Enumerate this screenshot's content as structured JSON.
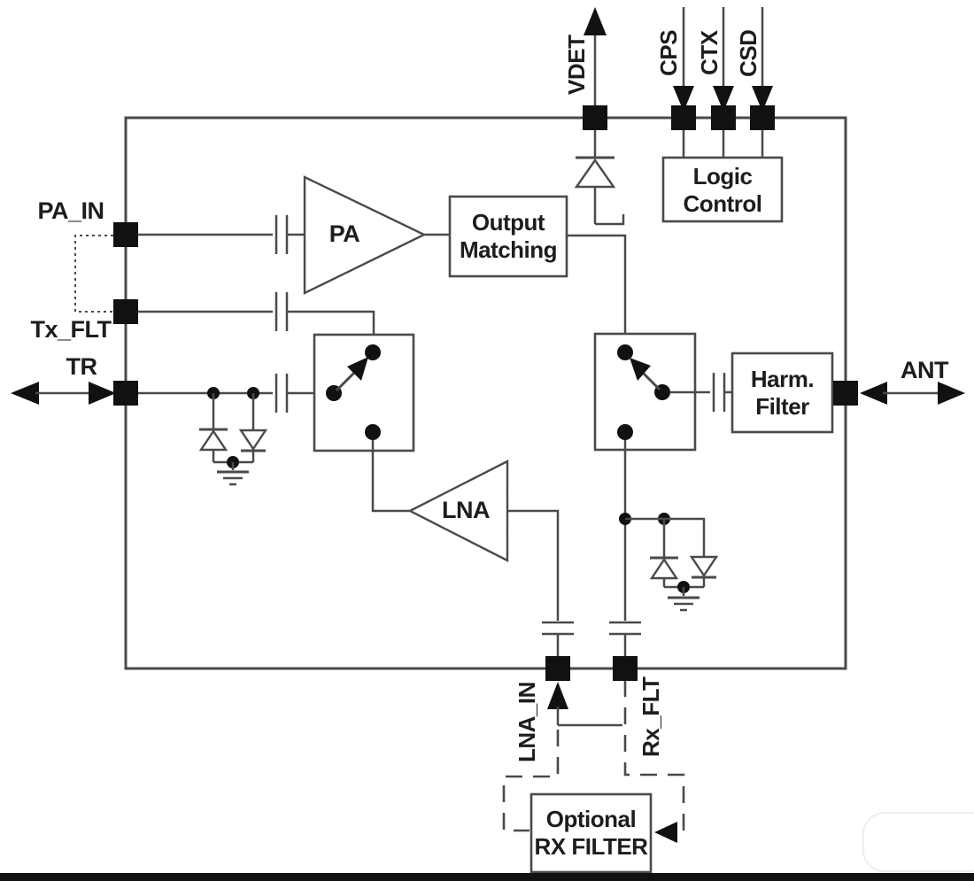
{
  "colors": {
    "line": "#4a4a4a",
    "pad": "#111111",
    "text": "#1d1d1d",
    "background": "#ffffff"
  },
  "ports": {
    "pa_in": "PA_IN",
    "tx_flt": "Tx_FLT",
    "tr": "TR",
    "vdet": "VDET",
    "cps": "CPS",
    "ctx": "CTX",
    "csd": "CSD",
    "ant": "ANT",
    "lna_in": "LNA_IN",
    "rx_flt": "Rx_FLT"
  },
  "blocks": {
    "pa": "PA",
    "lna": "LNA",
    "output_matching": {
      "line1": "Output",
      "line2": "Matching"
    },
    "logic_control": {
      "line1": "Logic",
      "line2": "Control"
    },
    "harmonic_filter": {
      "line1": "Harm.",
      "line2": "Filter"
    },
    "optional_rx_filter": {
      "line1": "Optional",
      "line2": "RX FILTER"
    }
  }
}
